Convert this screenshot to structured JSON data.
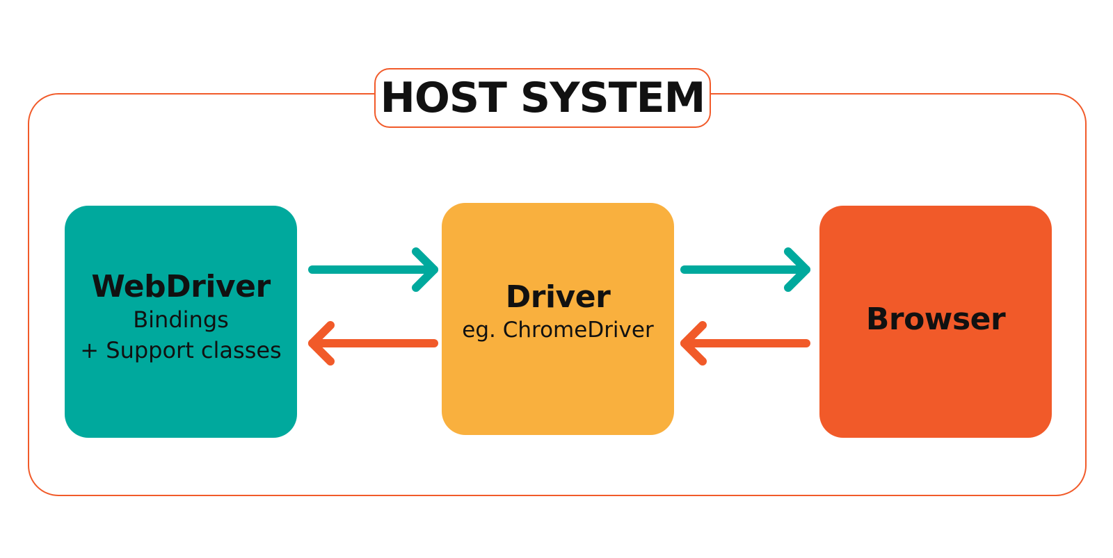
{
  "diagram": {
    "host": {
      "title": "HOST SYSTEM"
    },
    "nodes": [
      {
        "id": "webdriver",
        "title": "WebDriver",
        "lines": [
          "Bindings",
          "+ Support classes"
        ]
      },
      {
        "id": "driver",
        "title": "Driver",
        "lines": [
          "eg. ChromeDriver"
        ]
      },
      {
        "id": "browser",
        "title": "Browser",
        "lines": []
      }
    ],
    "edges": [
      {
        "from": "webdriver",
        "to": "driver"
      },
      {
        "from": "driver",
        "to": "webdriver"
      },
      {
        "from": "driver",
        "to": "browser"
      },
      {
        "from": "browser",
        "to": "driver"
      }
    ],
    "colors": {
      "frame": "#f15a29",
      "webdriver": "#00a99d",
      "driver": "#f9b03e",
      "browser": "#f15a29",
      "arrow_forward": "#00a99d",
      "arrow_back": "#f15a29",
      "text": "#111111"
    }
  }
}
